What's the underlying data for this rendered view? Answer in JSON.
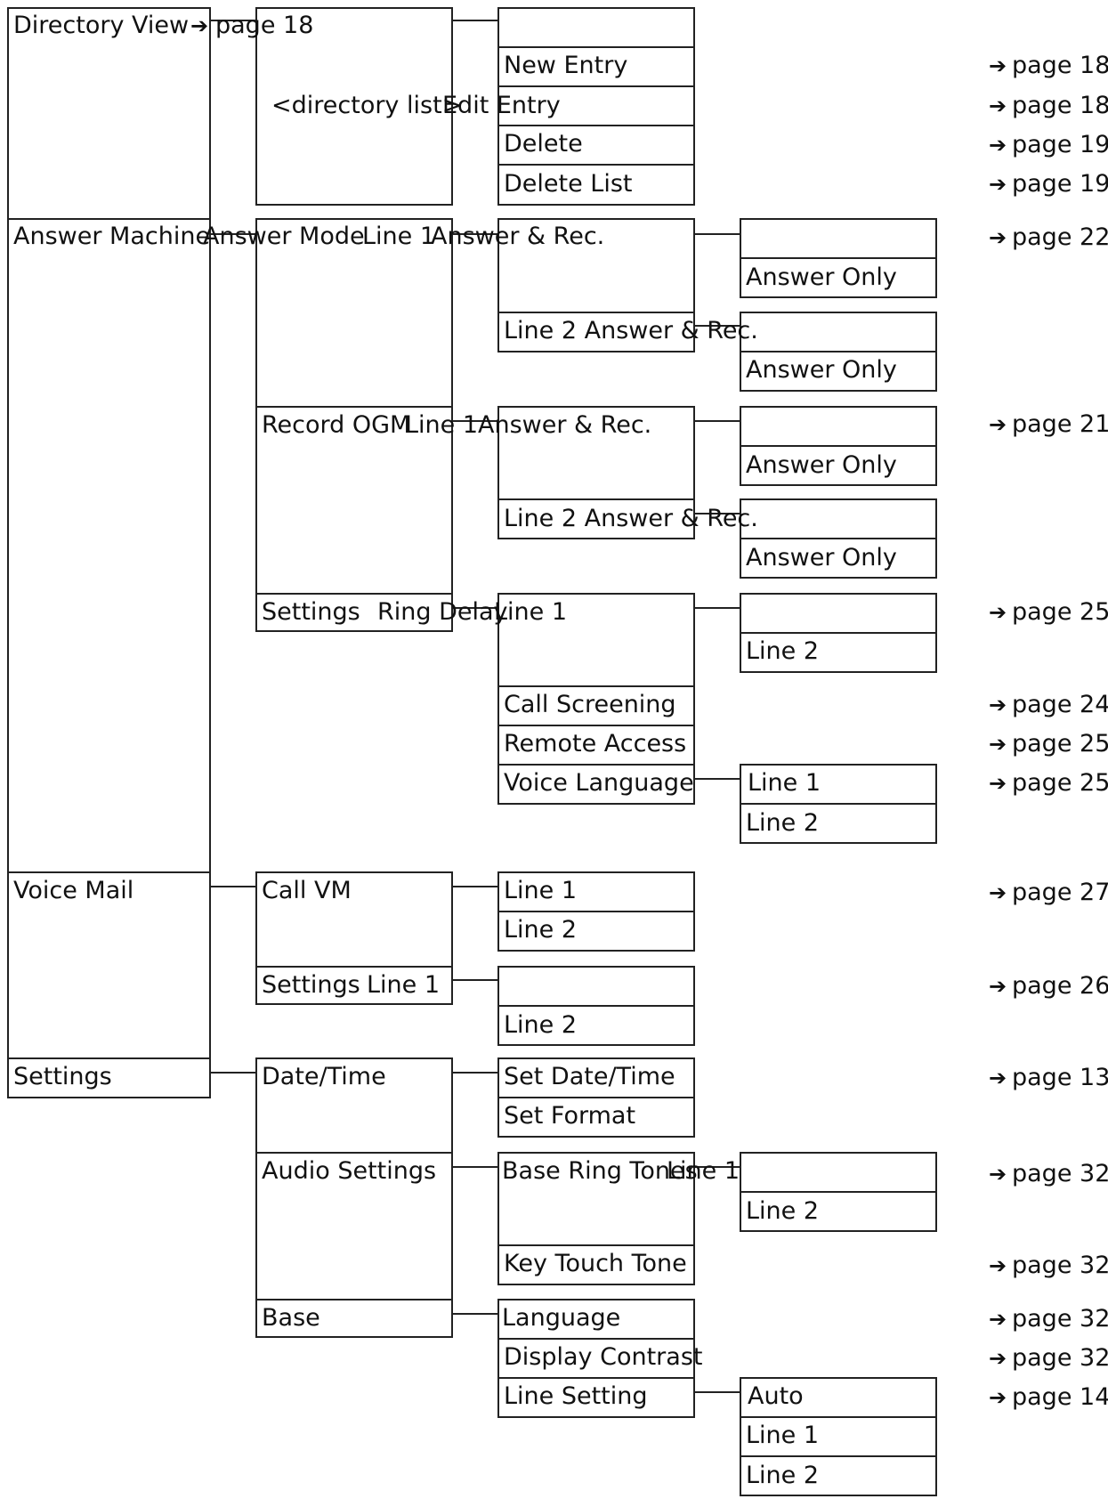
{
  "labels": {
    "directory_view": "Directory View",
    "directory_view_ref": "page 18",
    "directory_list": "<directory list>",
    "new_entry": "New Entry",
    "edit_entry": "Edit Entry",
    "delete": "Delete",
    "delete_list": "Delete List",
    "answer_machine": "Answer Machine",
    "answer_mode": "Answer Mode",
    "am_line1": "Line 1",
    "am_l1_answer_rec": "Answer & Rec.",
    "am_l1_answer_only": "Answer Only",
    "am_line2_answer_rec": "Line 2 Answer & Rec.",
    "am_l2_answer_only": "Answer Only",
    "record_ogm": "Record OGM",
    "ogm_line1": "Line 1",
    "ogm_l1_answer_rec": "Answer & Rec.",
    "ogm_l1_answer_only": "Answer Only",
    "ogm_line2_answer_rec": "Line 2 Answer & Rec.",
    "ogm_l2_answer_only": "Answer Only",
    "am_settings": "Settings",
    "ring_delay": "Ring Delay",
    "rd_line1": "Line 1",
    "rd_line2": "Line 2",
    "call_screening": "Call Screening",
    "remote_access": "Remote Access",
    "voice_language": "Voice Language",
    "vl_line1": "Line 1",
    "vl_line2": "Line 2",
    "voice_mail": "Voice Mail",
    "call_vm": "Call VM",
    "cvm_line1": "Line 1",
    "cvm_line2": "Line 2",
    "vm_settings": "Settings",
    "vms_line1": "Line 1",
    "vms_line2": "Line 2",
    "settings": "Settings",
    "date_time": "Date/Time",
    "set_date_time": "Set Date/Time",
    "set_format": "Set Format",
    "audio_settings": "Audio Settings",
    "base_ring_tones": "Base Ring Tones",
    "brt_line1": "Line 1",
    "brt_line2": "Line 2",
    "key_touch_tone": "Key Touch Tone",
    "base": "Base",
    "language": "Language",
    "display_contrast": "Display Contrast",
    "line_setting": "Line Setting",
    "ls_auto": "Auto",
    "ls_line1": "Line 1",
    "ls_line2": "Line 2"
  },
  "page_refs": [
    "page 18",
    "page 18",
    "page 19",
    "page 19",
    "page 22",
    "page 21",
    "page 25",
    "page 24",
    "page 25",
    "page 25",
    "page 27",
    "page 26",
    "page 13",
    "page 32",
    "page 32",
    "page 32",
    "page 32",
    "page 14"
  ],
  "arrow_glyph": "➔"
}
